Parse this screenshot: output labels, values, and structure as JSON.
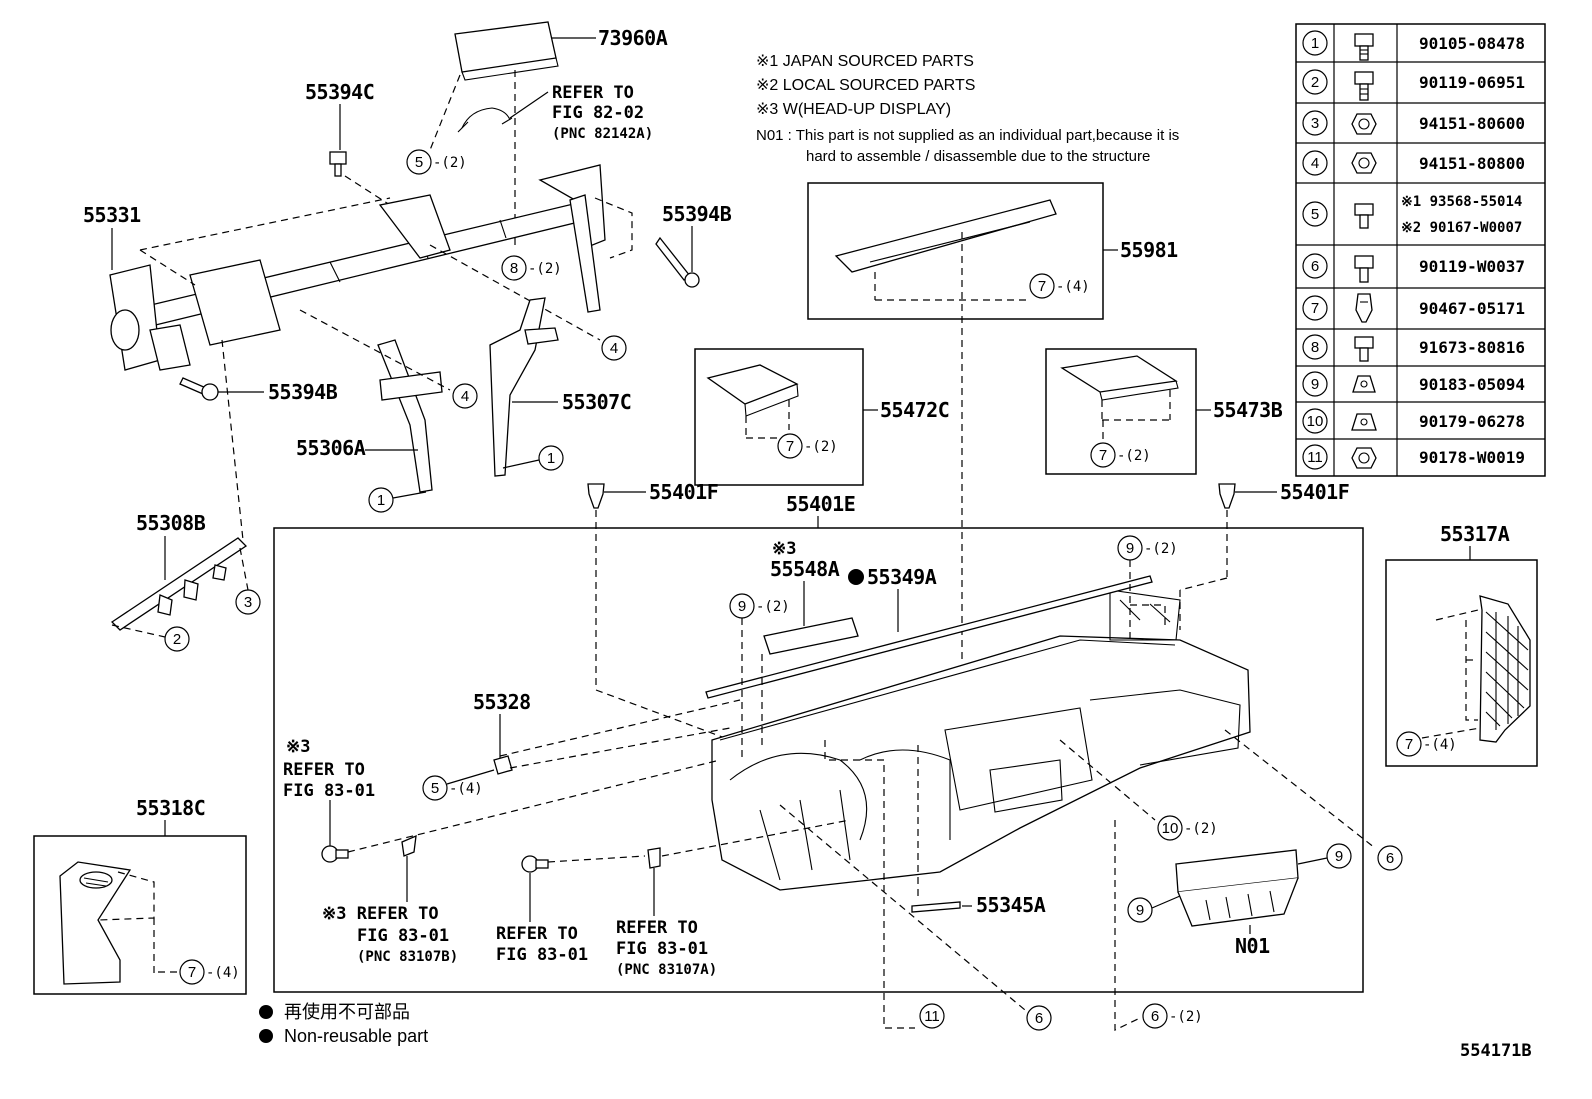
{
  "notes": {
    "n1": "※1 JAPAN SOURCED PARTS",
    "n2": "※2 LOCAL SOURCED PARTS",
    "n3": "※3 W(HEAD-UP DISPLAY)",
    "n01_line1": "N01 : This part is not supplied as an individual part,because it is",
    "n01_line2": "hard to assemble / disassemble due to the structure"
  },
  "fastener_table": [
    {
      "num": "1",
      "part": "90105-08478"
    },
    {
      "num": "2",
      "part": "90119-06951"
    },
    {
      "num": "3",
      "part": "94151-80600"
    },
    {
      "num": "4",
      "part": "94151-80800"
    },
    {
      "num": "5",
      "part_a": "※1 93568-55014",
      "part_b": "※2 90167-W0007"
    },
    {
      "num": "6",
      "part": "90119-W0037"
    },
    {
      "num": "7",
      "part": "90467-05171"
    },
    {
      "num": "8",
      "part": "91673-80816"
    },
    {
      "num": "9",
      "part": "90183-05094"
    },
    {
      "num": "10",
      "part": "90179-06278"
    },
    {
      "num": "11",
      "part": "90178-W0019"
    }
  ],
  "parts": {
    "p73960A": "73960A",
    "p55394C": "55394C",
    "p55331": "55331",
    "p55394B_top": "55394B",
    "p55394B_bot": "55394B",
    "p55307C": "55307C",
    "p55306A": "55306A",
    "p55308B": "55308B",
    "p55981": "55981",
    "p55472C": "55472C",
    "p55473B": "55473B",
    "p55401F_left": "55401F",
    "p55401F_right": "55401F",
    "p55401E": "55401E",
    "p55548A": "55548A",
    "p55349A": "55349A",
    "p55328": "55328",
    "p55345A": "55345A",
    "p55317A": "55317A",
    "p55318C": "55318C",
    "pN01": "N01"
  },
  "refs": {
    "r82_1": "REFER TO",
    "r82_2": "FIG 82-02",
    "r82_3": "(PNC 82142A)",
    "rA_0": "※3",
    "rA_1": "REFER TO",
    "rA_2": "FIG 83-01",
    "rB_1": "※3 REFER TO",
    "rB_2": "FIG 83-01",
    "rB_3": "(PNC 83107B)",
    "rC_1": "REFER TO",
    "rC_2": "FIG 83-01",
    "rD_1": "REFER TO",
    "rD_2": "FIG 83-01",
    "rD_3": "(PNC 83107A)",
    "hud_mark": "※3"
  },
  "callouts": {
    "c5_top": {
      "num": "5",
      "qty": "-(2)"
    },
    "c8": {
      "num": "8",
      "qty": "-(2)"
    },
    "c4_a": {
      "num": "4",
      "qty": ""
    },
    "c4_b": {
      "num": "4",
      "qty": ""
    },
    "c1_a": {
      "num": "1",
      "qty": ""
    },
    "c1_b": {
      "num": "1",
      "qty": ""
    },
    "c3": {
      "num": "3",
      "qty": ""
    },
    "c2": {
      "num": "2",
      "qty": ""
    },
    "c7_55981": {
      "num": "7",
      "qty": "-(4)"
    },
    "c7_55472C": {
      "num": "7",
      "qty": "-(2)"
    },
    "c7_55473B": {
      "num": "7",
      "qty": "-(2)"
    },
    "c9_a": {
      "num": "9",
      "qty": "-(2)"
    },
    "c9_b": {
      "num": "9",
      "qty": "-(2)"
    },
    "c5_mid": {
      "num": "5",
      "qty": "-(4)"
    },
    "c10": {
      "num": "10",
      "qty": "-(2)"
    },
    "c6_right": {
      "num": "6",
      "qty": ""
    },
    "c9_c": {
      "num": "9",
      "qty": ""
    },
    "c9_d": {
      "num": "9",
      "qty": ""
    },
    "c7_55317A": {
      "num": "7",
      "qty": "-(4)"
    },
    "c7_55318C": {
      "num": "7",
      "qty": "-(4)"
    },
    "c11": {
      "num": "11",
      "qty": ""
    },
    "c6_bot": {
      "num": "6",
      "qty": ""
    },
    "c6_bot2": {
      "num": "6",
      "qty": "-(2)"
    }
  },
  "legend": {
    "jp": "再使用不可部品",
    "en": "Non-reusable part"
  },
  "figure_id": "554171B"
}
